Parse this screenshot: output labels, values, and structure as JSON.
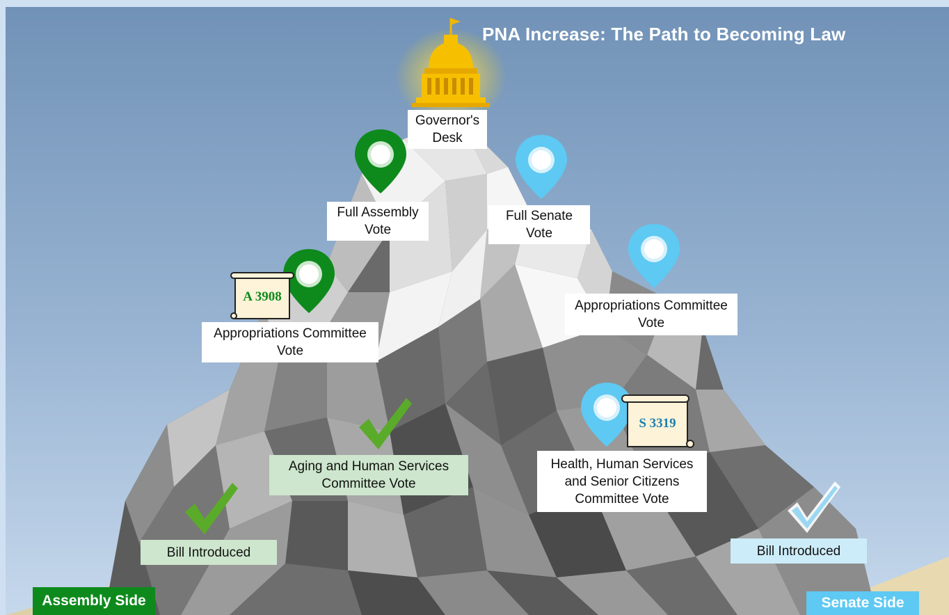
{
  "title": "PNA Increase: The Path to Becoming Law",
  "governor_label": "Governor's\nDesk",
  "assembly": {
    "side_label": "Assembly Side",
    "full_vote": "Full Assembly\nVote",
    "appropriations": "Appropriations Committee\nVote",
    "committee": "Aging and Human Services\nCommittee Vote",
    "introduced": "Bill Introduced",
    "bill_number": "A 3908"
  },
  "senate": {
    "side_label": "Senate Side",
    "full_vote": "Full Senate\nVote",
    "appropriations": "Appropriations Committee\nVote",
    "committee": "Health, Human Services\nand Senior Citizens\nCommittee Vote",
    "introduced": "Bill Introduced",
    "bill_number": "S 3319"
  },
  "colors": {
    "assembly_green": "#0e8a1c",
    "check_green": "#5bab2a",
    "senate_blue": "#5ec9f2",
    "check_blue": "#9ad7f3",
    "sky_top": "#6c8fb6",
    "sky_bottom": "#c4d7ec"
  },
  "icons": [
    "capitol-icon",
    "map-pin-icon",
    "check-icon",
    "scroll-icon"
  ]
}
